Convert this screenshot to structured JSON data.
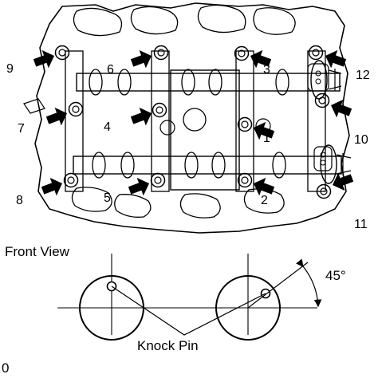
{
  "bolt_numbers": [
    "1",
    "2",
    "3",
    "4",
    "5",
    "6",
    "7",
    "8",
    "9",
    "10",
    "11",
    "12"
  ],
  "labels": {
    "front_view": "Front View",
    "knock_pin": "Knock Pin",
    "angle": "45°",
    "corner": "0"
  },
  "colors": {
    "ink": "#000000",
    "background": "#ffffff",
    "metal": "#d9d9d9"
  }
}
